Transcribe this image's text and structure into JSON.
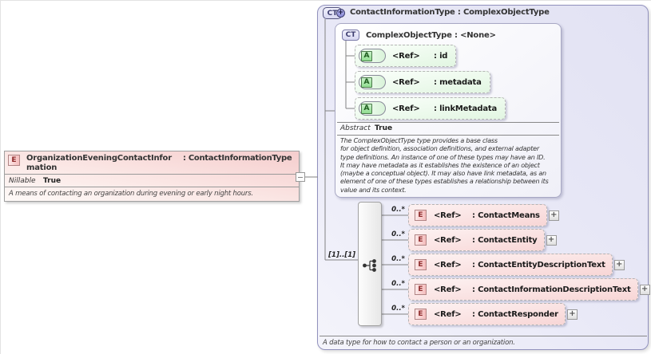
{
  "element_box": {
    "badge": "E",
    "name": "OrganizationEveningContactInformation",
    "type_suffix": ": ContactInformationType",
    "nillable_label": "Nillable",
    "nillable_value": "True",
    "annotation": "A means of contacting an organization during evening or early night hours."
  },
  "type_box": {
    "badge": "CT",
    "badge_plus": "+",
    "title": "ContactInformationType : ComplexObjectType",
    "annotation": "A data type for how to contact a person or an organization.",
    "base_type_box": {
      "badge": "CT",
      "title": "ComplexObjectType : <None>",
      "attributes": [
        {
          "badge": "A",
          "ref": "<Ref>",
          "name": ": id"
        },
        {
          "badge": "A",
          "ref": "<Ref>",
          "name": ": metadata"
        },
        {
          "badge": "A",
          "ref": "<Ref>",
          "name": ": linkMetadata"
        }
      ],
      "abstract_label": "Abstract",
      "abstract_value": "True",
      "description_lines": [
        "The ComplexObjectType type provides a base class",
        "for object definition, association definitions, and external adapter",
        "type definitions. An instance of one of these types may have an ID.",
        "It may have metadata as it establishes the existence of an object",
        "(maybe a conceptual object). It may also have link metadata, as an",
        "element of one of these types establishes a relationship between its",
        "value and its context."
      ]
    },
    "sequence": {
      "cardinality": "[1]..[1]",
      "elements": [
        {
          "badge": "E",
          "ref": "<Ref>",
          "name": ": ContactMeans",
          "cardinality": "0..*",
          "expand": "+"
        },
        {
          "badge": "E",
          "ref": "<Ref>",
          "name": ": ContactEntity",
          "cardinality": "0..*",
          "expand": "+"
        },
        {
          "badge": "E",
          "ref": "<Ref>",
          "name": ": ContactEntityDescriptionText",
          "cardinality": "0..*",
          "expand": "+"
        },
        {
          "badge": "E",
          "ref": "<Ref>",
          "name": ": ContactInformationDescriptionText",
          "cardinality": "0..*",
          "expand": "+"
        },
        {
          "badge": "E",
          "ref": "<Ref>",
          "name": ": ContactResponder",
          "cardinality": "0..*",
          "expand": "+"
        }
      ]
    }
  }
}
